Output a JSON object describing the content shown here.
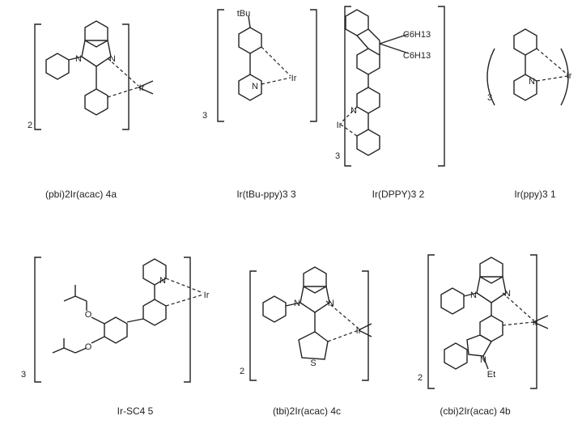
{
  "figure": {
    "mirrored": true,
    "compounds": [
      {
        "id": "1",
        "caption": "Ir(ppy)3 1",
        "subscript": "3",
        "metal": "Ir",
        "atoms": [
          "N"
        ]
      },
      {
        "id": "2",
        "caption": "Ir(DPPY)3 2",
        "subscript": "3",
        "metal": "Ir",
        "atoms": [
          "N",
          "C6H13",
          "C6H13"
        ]
      },
      {
        "id": "3",
        "caption": "Ir(tBu-ppy)3 3",
        "subscript": "3",
        "metal": "Ir",
        "atoms": [
          "N",
          "tBu"
        ]
      },
      {
        "id": "4a",
        "caption": "(pbi)2Ir(acac) 4a",
        "subscript": "2",
        "metal": "Ir",
        "atoms": [
          "N",
          "N"
        ]
      },
      {
        "id": "4b",
        "caption": "(cbi)2Ir(acac) 4b",
        "subscript": "2",
        "metal": "Ir",
        "atoms": [
          "N",
          "N",
          "N",
          "Et"
        ]
      },
      {
        "id": "4c",
        "caption": "(tbi)2Ir(acac) 4c",
        "subscript": "2",
        "metal": "Ir",
        "atoms": [
          "N",
          "N",
          "S"
        ]
      },
      {
        "id": "5",
        "caption": "Ir-SC4 5",
        "subscript": "3",
        "metal": "Ir",
        "atoms": [
          "N",
          "O",
          "O"
        ]
      }
    ]
  }
}
